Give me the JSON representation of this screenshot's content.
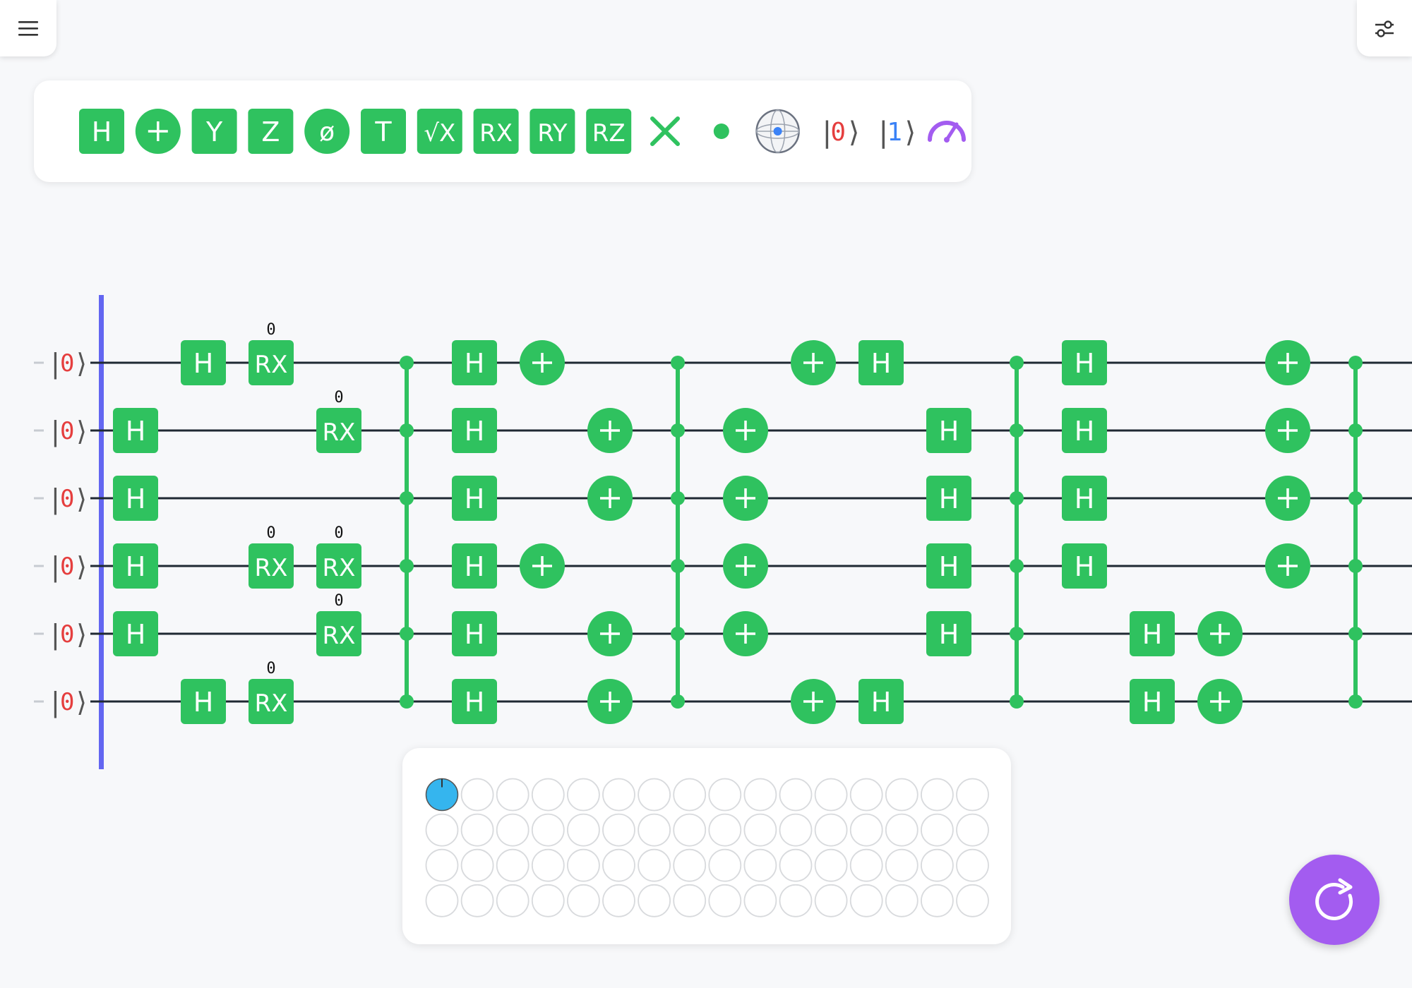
{
  "colors": {
    "gate": "#2fc25f",
    "wire": "#1f2933",
    "start_bar": "#6366f1",
    "ket_zero": "#e53e3e",
    "ket_one": "#3b82f6",
    "measure": "#a35cf0",
    "bloch_dot": "#3b82f6",
    "histogram_fill": "#35b5ee"
  },
  "menu": {
    "icon": "hamburger-icon"
  },
  "settings": {
    "icon": "sliders-icon"
  },
  "palette": {
    "items": [
      {
        "kind": "box",
        "label": "H",
        "name": "palette-h-gate"
      },
      {
        "kind": "plus",
        "label": "",
        "name": "palette-x-gate"
      },
      {
        "kind": "box",
        "label": "Y",
        "name": "palette-y-gate"
      },
      {
        "kind": "box",
        "label": "Z",
        "name": "palette-z-gate"
      },
      {
        "kind": "circle",
        "label": "ø",
        "name": "palette-phase-gate"
      },
      {
        "kind": "box",
        "label": "T",
        "name": "palette-t-gate"
      },
      {
        "kind": "box",
        "label": "√X",
        "name": "palette-sqrt-x-gate"
      },
      {
        "kind": "box",
        "label": "RX",
        "name": "palette-rx-gate"
      },
      {
        "kind": "box",
        "label": "RY",
        "name": "palette-ry-gate"
      },
      {
        "kind": "box",
        "label": "RZ",
        "name": "palette-rz-gate"
      },
      {
        "kind": "swap",
        "label": "",
        "name": "palette-swap-gate"
      },
      {
        "kind": "control",
        "label": "",
        "name": "palette-control-dot"
      },
      {
        "kind": "bloch",
        "label": "",
        "name": "palette-bloch-sphere"
      },
      {
        "kind": "ket",
        "label": "0",
        "name": "palette-ket-zero"
      },
      {
        "kind": "ket",
        "label": "1",
        "name": "palette-ket-one"
      },
      {
        "kind": "measure",
        "label": "",
        "name": "palette-measure-gate"
      }
    ]
  },
  "circuit": {
    "qubits": [
      {
        "ket": "0"
      },
      {
        "ket": "0"
      },
      {
        "ket": "0"
      },
      {
        "ket": "0"
      },
      {
        "ket": "0"
      },
      {
        "ket": "0"
      }
    ],
    "columns": [
      1,
      2,
      3,
      4,
      5,
      6,
      7,
      8,
      9,
      10,
      11,
      12,
      13,
      14,
      15,
      16,
      17,
      18,
      19,
      20,
      21
    ],
    "gates": [
      {
        "col": 1,
        "row": 1,
        "type": "H"
      },
      {
        "col": 1,
        "row": 2,
        "type": "H"
      },
      {
        "col": 1,
        "row": 3,
        "type": "H"
      },
      {
        "col": 1,
        "row": 4,
        "type": "H"
      },
      {
        "col": 2,
        "row": 0,
        "type": "H"
      },
      {
        "col": 2,
        "row": 5,
        "type": "H"
      },
      {
        "col": 3,
        "row": 0,
        "type": "RX",
        "param": "0"
      },
      {
        "col": 3,
        "row": 3,
        "type": "RX",
        "param": "0"
      },
      {
        "col": 3,
        "row": 5,
        "type": "RX",
        "param": "0"
      },
      {
        "col": 4,
        "row": 1,
        "type": "RX",
        "param": "0"
      },
      {
        "col": 4,
        "row": 3,
        "type": "RX",
        "param": "0"
      },
      {
        "col": 4,
        "row": 4,
        "type": "RX",
        "param": "0"
      },
      {
        "col": 6,
        "row": 0,
        "type": "H"
      },
      {
        "col": 6,
        "row": 1,
        "type": "H"
      },
      {
        "col": 6,
        "row": 2,
        "type": "H"
      },
      {
        "col": 6,
        "row": 3,
        "type": "H"
      },
      {
        "col": 6,
        "row": 4,
        "type": "H"
      },
      {
        "col": 6,
        "row": 5,
        "type": "H"
      },
      {
        "col": 7,
        "row": 0,
        "type": "X"
      },
      {
        "col": 7,
        "row": 3,
        "type": "X"
      },
      {
        "col": 8,
        "row": 1,
        "type": "X"
      },
      {
        "col": 8,
        "row": 2,
        "type": "X"
      },
      {
        "col": 8,
        "row": 4,
        "type": "X"
      },
      {
        "col": 8,
        "row": 5,
        "type": "X"
      },
      {
        "col": 10,
        "row": 1,
        "type": "X"
      },
      {
        "col": 10,
        "row": 2,
        "type": "X"
      },
      {
        "col": 10,
        "row": 3,
        "type": "X"
      },
      {
        "col": 10,
        "row": 4,
        "type": "X"
      },
      {
        "col": 11,
        "row": 0,
        "type": "X"
      },
      {
        "col": 11,
        "row": 5,
        "type": "X"
      },
      {
        "col": 12,
        "row": 0,
        "type": "H"
      },
      {
        "col": 12,
        "row": 5,
        "type": "H"
      },
      {
        "col": 13,
        "row": 1,
        "type": "H"
      },
      {
        "col": 13,
        "row": 2,
        "type": "H"
      },
      {
        "col": 13,
        "row": 3,
        "type": "H"
      },
      {
        "col": 13,
        "row": 4,
        "type": "H"
      },
      {
        "col": 15,
        "row": 0,
        "type": "H"
      },
      {
        "col": 15,
        "row": 1,
        "type": "H"
      },
      {
        "col": 15,
        "row": 2,
        "type": "H"
      },
      {
        "col": 15,
        "row": 3,
        "type": "H"
      },
      {
        "col": 16,
        "row": 4,
        "type": "H"
      },
      {
        "col": 16,
        "row": 5,
        "type": "H"
      },
      {
        "col": 17,
        "row": 4,
        "type": "X"
      },
      {
        "col": 17,
        "row": 5,
        "type": "X"
      },
      {
        "col": 18,
        "row": 0,
        "type": "X"
      },
      {
        "col": 18,
        "row": 1,
        "type": "X"
      },
      {
        "col": 18,
        "row": 2,
        "type": "X"
      },
      {
        "col": 18,
        "row": 3,
        "type": "X"
      }
    ],
    "controls": [
      5,
      9,
      14,
      19
    ]
  },
  "histogram": {
    "cells": 64,
    "probabilities": [
      1
    ]
  },
  "run_button": {
    "icon": "rerun-icon"
  }
}
